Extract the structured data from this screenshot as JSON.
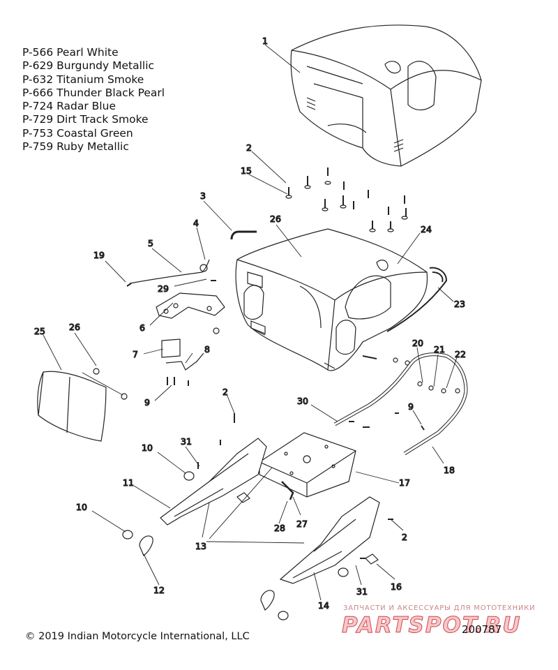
{
  "legend": [
    "P-566 Pearl White",
    "P-629 Burgundy Metallic",
    "P-632 Titanium Smoke",
    "P-666 Thunder Black Pearl",
    "P-724 Radar Blue",
    "P-729 Dirt Track Smoke",
    "P-753 Coastal Green",
    "P-759 Ruby Metallic"
  ],
  "callouts": {
    "c1": "1",
    "c2a": "2",
    "c2b": "2",
    "c2c": "2",
    "c3": "3",
    "c4": "4",
    "c5": "5",
    "c6": "6",
    "c7": "7",
    "c8": "8",
    "c9a": "9",
    "c9b": "9",
    "c10a": "10",
    "c10b": "10",
    "c11": "11",
    "c12": "12",
    "c13": "13",
    "c14": "14",
    "c15": "15",
    "c16": "16",
    "c17": "17",
    "c18": "18",
    "c19": "19",
    "c20": "20",
    "c21": "21",
    "c22": "22",
    "c23": "23",
    "c24": "24",
    "c25": "25",
    "c26a": "26",
    "c26b": "26",
    "c27": "27",
    "c28": "28",
    "c29": "29",
    "c30": "30",
    "c31a": "31",
    "c31b": "31"
  },
  "copyright": "© 2019 Indian Motorcycle International, LLC",
  "diagram_id": "200787",
  "watermark": {
    "tagline": "ЗАПЧАСТИ И АКСЕССУАРЫ ДЛЯ МОТОТЕХНИКИ",
    "brand": "PARTSPOT.RU"
  }
}
